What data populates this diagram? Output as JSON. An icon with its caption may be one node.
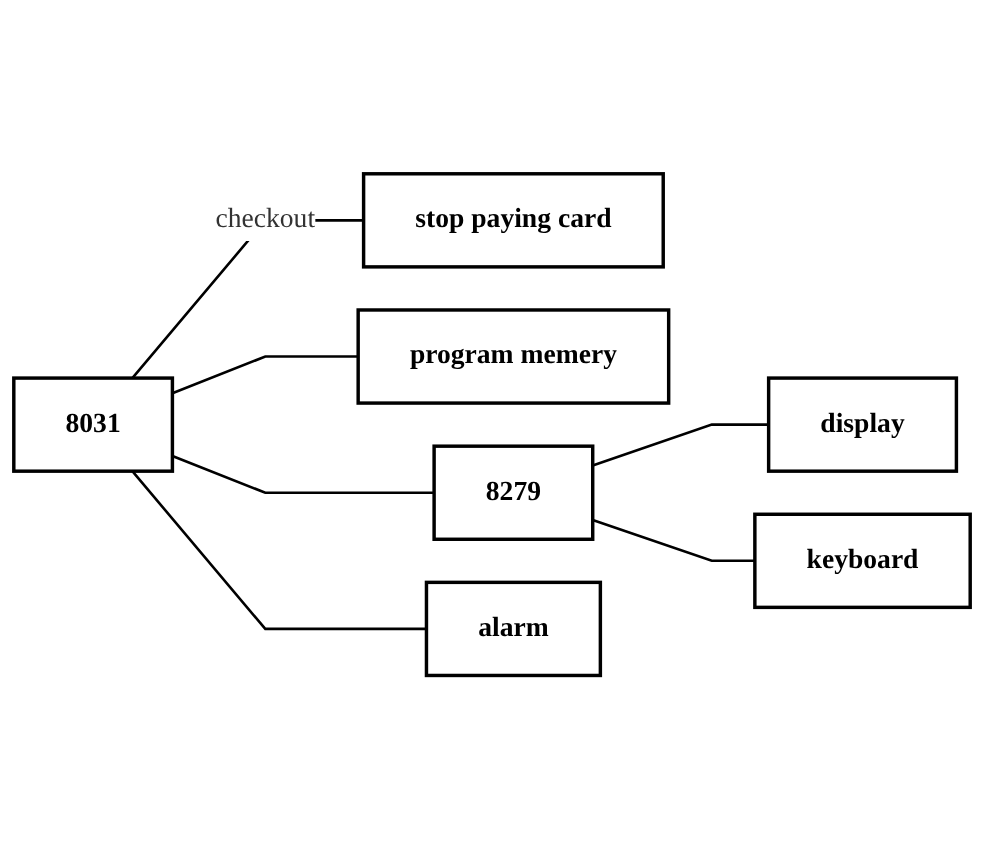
{
  "diagram": {
    "nodes": [
      {
        "text": [
          "8031"
        ]
      },
      {
        "text": [
          "stop paying card"
        ]
      },
      {
        "text": [
          "program memery"
        ]
      },
      {
        "text": [
          "8279"
        ]
      },
      {
        "text": [
          "display"
        ]
      },
      {
        "text": [
          "keyboard"
        ]
      },
      {
        "text": [
          "alarm"
        ]
      }
    ],
    "edges": [
      {
        "from": 0,
        "to": 1,
        "arrow": "none",
        "label": "checkout"
      },
      {
        "from": 0,
        "to": 2,
        "arrow": "none"
      },
      {
        "from": 0,
        "to": 3,
        "arrow": "none"
      },
      {
        "from": 3,
        "to": 4,
        "arrow": "none"
      },
      {
        "from": 3,
        "to": 5,
        "arrow": "none"
      },
      {
        "from": 0,
        "to": 6,
        "arrow": "none"
      }
    ]
  }
}
